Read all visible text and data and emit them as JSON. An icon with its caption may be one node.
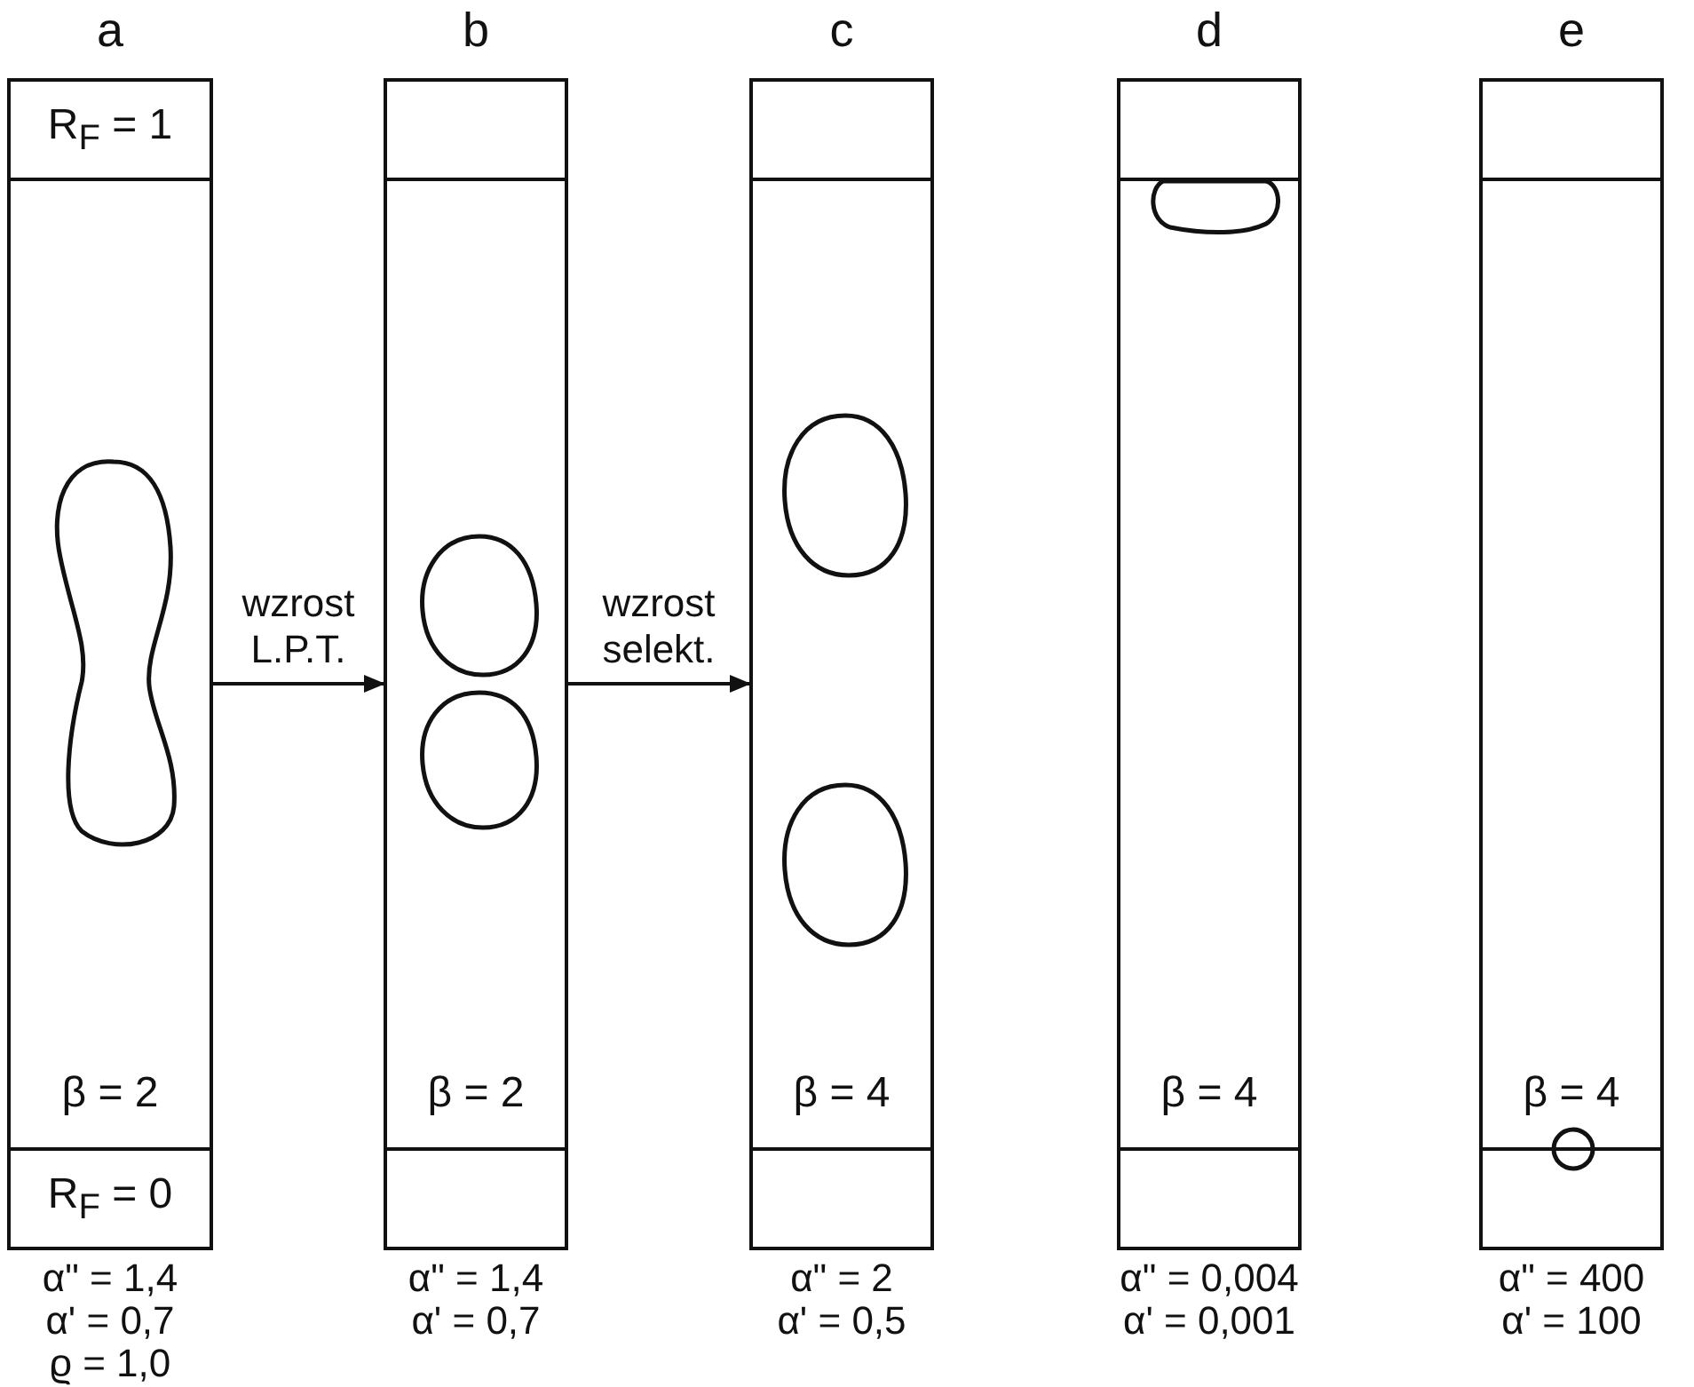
{
  "diagram": {
    "nodes": [
      {
        "text": [
          "a",
          "β = 2"
        ],
        "beside": [
          "α\" = 1,4",
          "α' = 0,7",
          "ϱ = 1,0"
        ]
      },
      {
        "text": [
          "R$_{F}$ = 1"
        ],
        "in": 0
      },
      {
        "text": [],
        "shape": "blob",
        "in": 0
      },
      {
        "text": [
          "R$_{F}$ = 0"
        ],
        "in": 0
      },
      {
        "text": [
          "b",
          "β = 2"
        ],
        "beside": [
          "α\" = 1,4",
          "α' = 0,7"
        ]
      },
      {
        "text": [],
        "shape": "box",
        "in": 4
      },
      {
        "text": [],
        "shape": "oval",
        "in": 4
      },
      {
        "text": [],
        "shape": "oval",
        "in": 4
      },
      {
        "text": [],
        "shape": "box",
        "in": 4
      },
      {
        "text": [
          "c",
          "β = 4"
        ],
        "beside": [
          "α\" = 2",
          "α' = 0,5"
        ]
      },
      {
        "text": [],
        "shape": "box",
        "in": 9
      },
      {
        "text": [],
        "shape": "oval",
        "in": 9
      },
      {
        "text": [],
        "shape": "oval",
        "in": 9
      },
      {
        "text": [],
        "shape": "box",
        "in": 9
      },
      {
        "text": [
          "d",
          "β = 4"
        ],
        "beside": [
          "α\" = 0,004",
          "α' = 0,001"
        ]
      },
      {
        "text": [],
        "shape": "box",
        "in": 14
      },
      {
        "text": [],
        "shape": "oval",
        "in": 14
      },
      {
        "text": [],
        "shape": "box",
        "in": 14
      },
      {
        "text": [
          "e",
          "β = 4"
        ],
        "beside": [
          "α\" = 400",
          "α' = 100"
        ]
      },
      {
        "text": [],
        "shape": "box",
        "in": 18
      },
      {
        "text": [],
        "shape": "circle",
        "in": 18
      },
      {
        "text": [],
        "shape": "box",
        "in": 18
      }
    ],
    "edges": [
      {
        "from": 0,
        "to": 4,
        "arrow": "to",
        "label": "wzrost L.P.T."
      },
      {
        "from": 4,
        "to": 9,
        "arrow": "to",
        "label": "wzrost selekt."
      }
    ]
  }
}
